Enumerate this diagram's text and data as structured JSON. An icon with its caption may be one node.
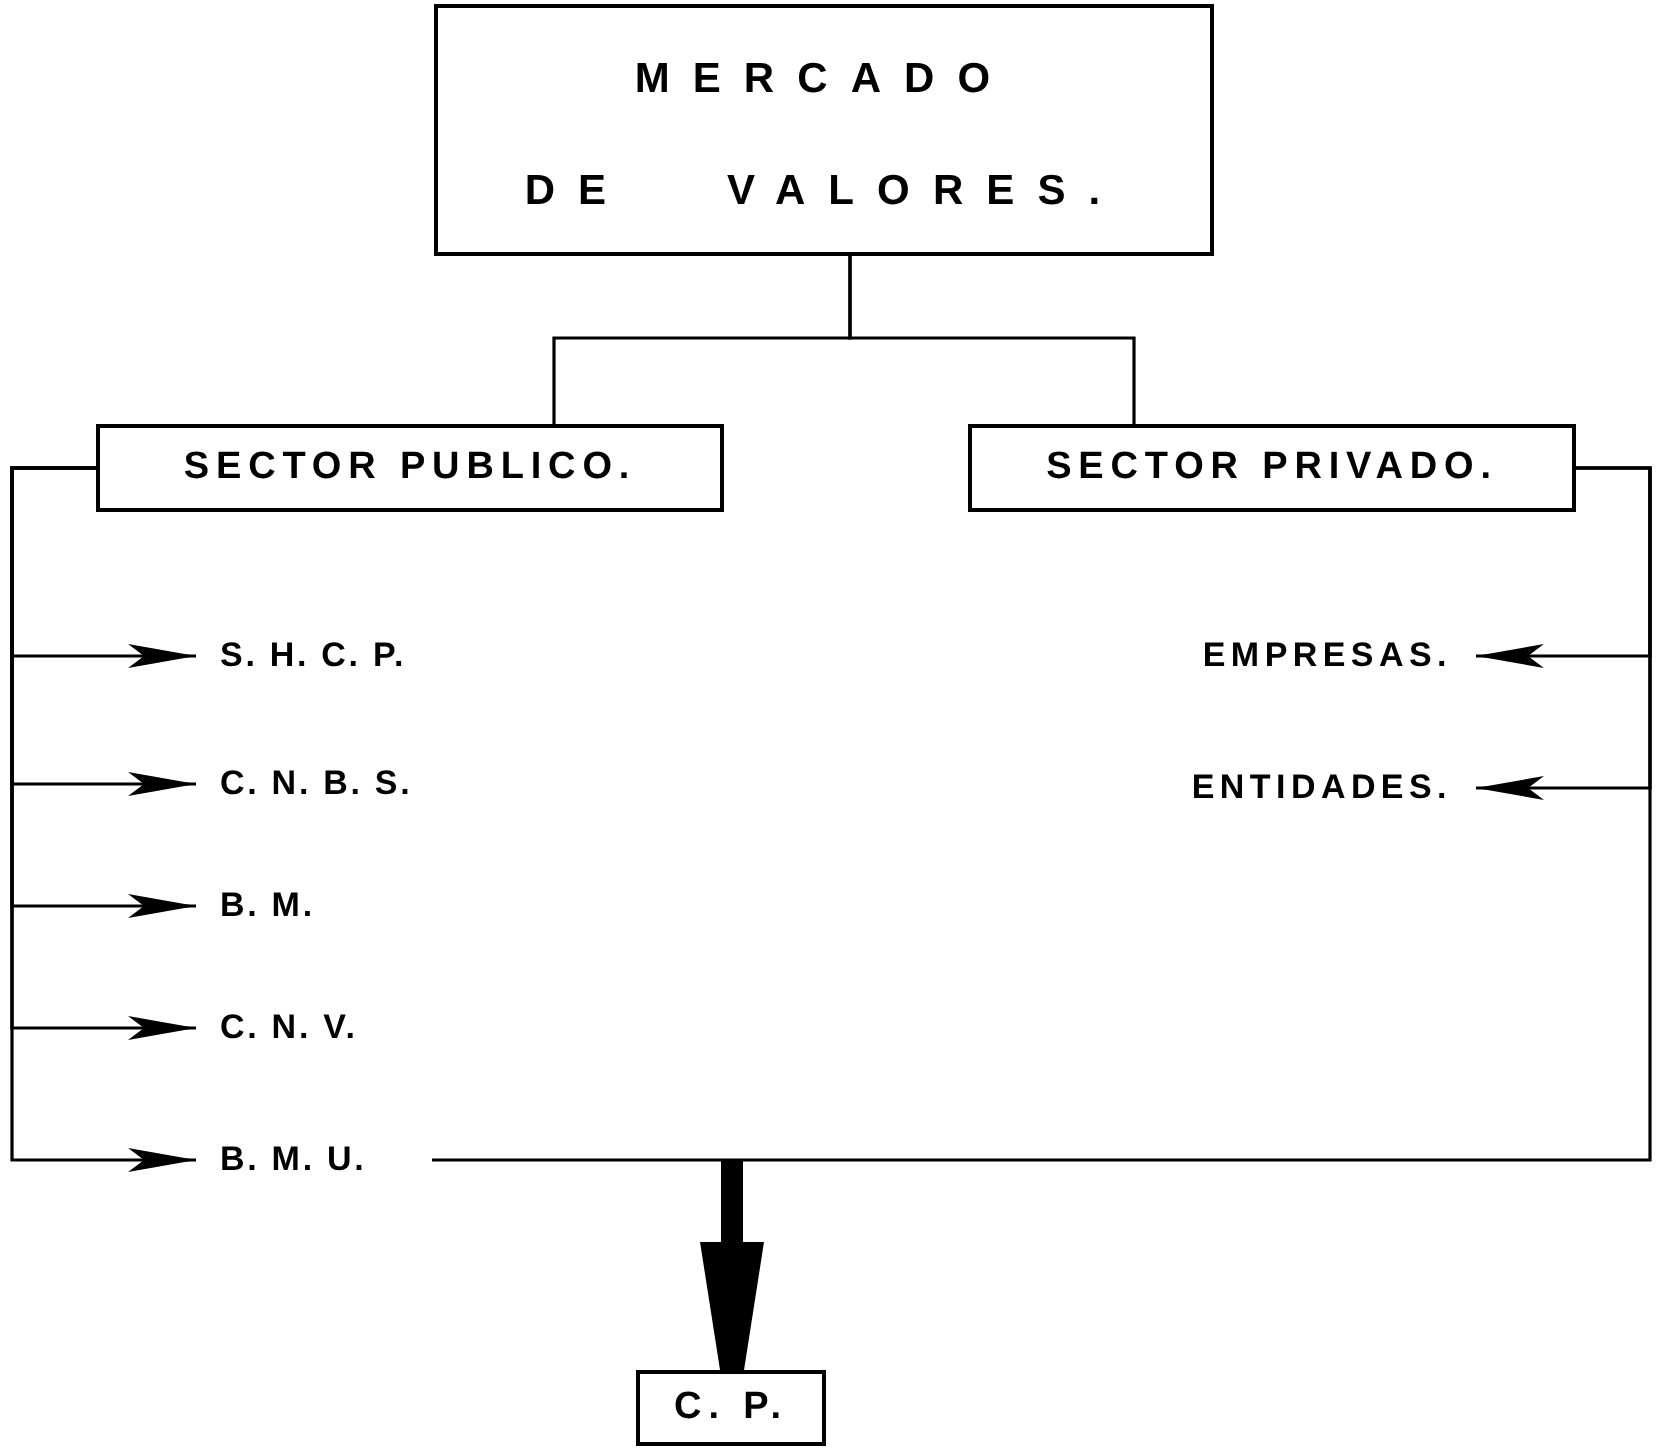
{
  "diagram": {
    "nodes": [
      {
        "text": [
          "MERCADO DE VALORES."
        ]
      },
      {
        "text": [
          "SECTOR PUBLICO."
        ]
      },
      {
        "text": [
          "SECTOR PRIVADO."
        ]
      },
      {
        "text": [
          "S. H. C. P."
        ]
      },
      {
        "text": [
          "C. N. B. S."
        ]
      },
      {
        "text": [
          "B. M."
        ]
      },
      {
        "text": [
          "C. N. V."
        ]
      },
      {
        "text": [
          "B. M. U."
        ]
      },
      {
        "text": [
          "EMPRESAS."
        ]
      },
      {
        "text": [
          "ENTIDADES."
        ]
      },
      {
        "text": [
          "C. P."
        ]
      }
    ],
    "edges": [
      {
        "from": 0,
        "to": 1,
        "arrow": "none"
      },
      {
        "from": 0,
        "to": 2,
        "arrow": "none"
      },
      {
        "from": 1,
        "to": 3,
        "arrow": "to"
      },
      {
        "from": 1,
        "to": 4,
        "arrow": "to"
      },
      {
        "from": 1,
        "to": 5,
        "arrow": "to"
      },
      {
        "from": 1,
        "to": 6,
        "arrow": "to"
      },
      {
        "from": 1,
        "to": 7,
        "arrow": "to"
      },
      {
        "from": 2,
        "to": 8,
        "arrow": "to"
      },
      {
        "from": 2,
        "to": 9,
        "arrow": "to"
      },
      {
        "from": 7,
        "to": 2,
        "arrow": "none"
      },
      {
        "from": null,
        "to": 10,
        "arrow": "to",
        "style": "thick"
      }
    ]
  }
}
